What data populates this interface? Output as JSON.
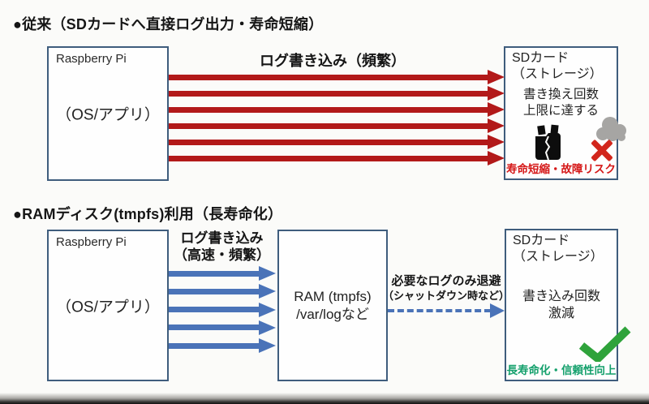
{
  "colors": {
    "box_border": "#3f5d7d",
    "red_arrow": "#b21919",
    "blue_arrow": "#4a73b8",
    "risk_text": "#d51717",
    "benefit_text": "#14a06c",
    "check_green": "#2fa33b",
    "x_red": "#d2261c",
    "smoke_gray": "#a6a5a3",
    "sd_icon_black": "#0d0d0d"
  },
  "top_section": {
    "title": "●従来（SDカードへ直接ログ出力・寿命短縮）",
    "pi_box": {
      "name": "Raspberry Pi",
      "body": "（OS/アプリ）"
    },
    "arrows": {
      "label": "ログ書き込み（頻繁）",
      "count": 6
    },
    "sd_box": {
      "title1": "SDカード",
      "title2": "（ストレージ）",
      "body1": "書き換え回数",
      "body2": "上限に達する",
      "caption": "寿命短縮・故障リスク"
    }
  },
  "bottom_section": {
    "title": "●RAMディスク(tmpfs)利用（長寿命化）",
    "pi_box": {
      "name": "Raspberry Pi",
      "body": "（OS/アプリ）"
    },
    "arrows": {
      "label1": "ログ書き込み",
      "label2": "（高速・頻繁）",
      "count": 5
    },
    "ram_box": {
      "line1": "RAM (tmpfs)",
      "line2": "/var/logなど"
    },
    "dashed_arrow": {
      "label1": "必要なログのみ退避",
      "label2": "（シャットダウン時など）"
    },
    "sd_box": {
      "title1": "SDカード",
      "title2": "（ストレージ）",
      "body1": "書き込み回数",
      "body2": "激減",
      "caption": "長寿命化・信頼性向上"
    }
  }
}
